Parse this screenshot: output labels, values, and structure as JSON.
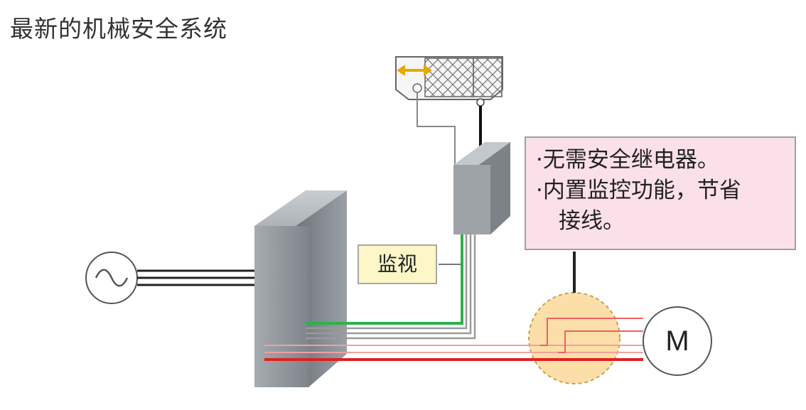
{
  "title": "最新的机械安全系统",
  "monitor_label": "监视",
  "callout": {
    "line1": "·无需安全继电器。",
    "line2": "·内置监控功能，节省",
    "line3": "接线。"
  },
  "motor_label": "M",
  "colors": {
    "wire_green": "#2bb24c",
    "wire_red": "#e02020",
    "wire_pink": "#f2a0a0",
    "wire_black": "#222222",
    "callout_bg": "#fbe0ea",
    "monitor_bg": "#fdf6c8",
    "highlight_circle": "#fbd89a",
    "cabinet_gray": "#8a9096"
  },
  "icons": {
    "power_source": "ac-power-source-icon",
    "door_switch": "safety-door-switch-icon",
    "cabinet": "control-cabinet-icon",
    "controller": "safety-controller-icon",
    "motor": "motor-icon",
    "arrow": "double-arrow-icon"
  }
}
